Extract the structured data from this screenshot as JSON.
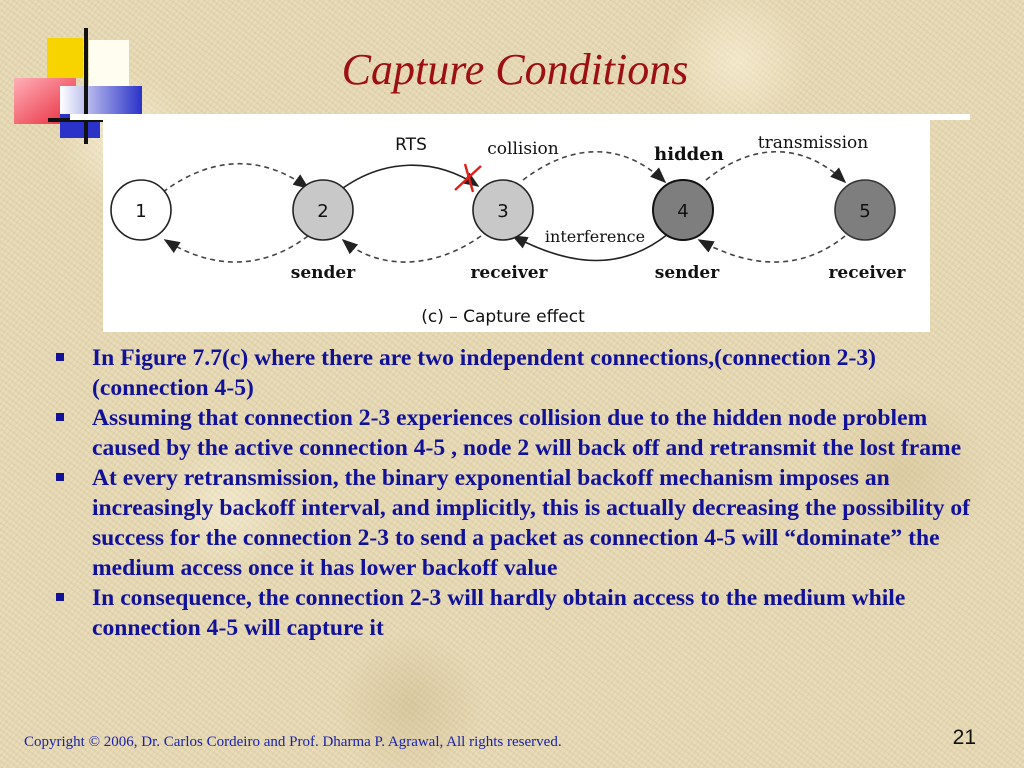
{
  "slide": {
    "title": "Capture Conditions",
    "page_number": "21",
    "footer": "Copyright © 2006, Dr. Carlos Cordeiro and  Prof. Dharma P. Agrawal,  All rights reserved."
  },
  "figure": {
    "nodes": [
      "1",
      "2",
      "3",
      "4",
      "5"
    ],
    "role_labels": [
      "sender",
      "receiver",
      "sender",
      "receiver"
    ],
    "edge_labels": {
      "rts": "RTS",
      "collision": "collision",
      "hidden": "hidden",
      "transmission": "transmission",
      "interference": "interference"
    },
    "caption": "(c) – Capture effect"
  },
  "bullets": [
    "In Figure 7.7(c) where there are two independent connections,(connection 2-3) (connection 4-5)",
    "Assuming that connection 2-3 experiences collision due to the hidden node problem caused by the active connection 4-5 , node 2 will back off and retransmit the lost frame",
    "At every retransmission, the binary exponential backoff mechanism imposes an increasingly backoff interval, and implicitly, this is actually decreasing the possibility of success for the connection 2-3 to send a packet as connection 4-5 will “dominate” the medium access once it has lower backoff value",
    "In consequence, the connection 2-3 will hardly obtain access to the medium while connection 4-5 will capture it"
  ],
  "colors": {
    "title": "#9c0f12",
    "bullet_text": "#111199",
    "footer_text": "#1a22a8",
    "logo_yellow": "#f7d300",
    "logo_red": "#e8283a",
    "logo_blue": "#2a32c8"
  }
}
